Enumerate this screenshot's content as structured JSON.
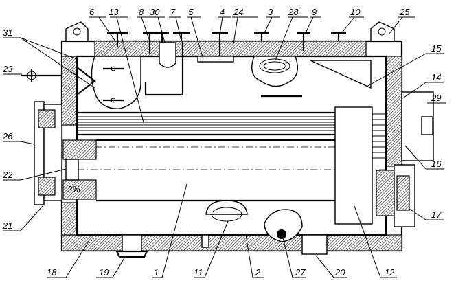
{
  "diagram": {
    "labels": {
      "top": [
        "6",
        "13",
        "8",
        "30",
        "7",
        "5",
        "4",
        "24",
        "3",
        "28",
        "9",
        "10",
        "25"
      ],
      "left": [
        "31",
        "23",
        "26",
        "22",
        "21"
      ],
      "right": [
        "15",
        "14",
        "29",
        "16",
        "17"
      ],
      "bottom": [
        "18",
        "19",
        "1",
        "11",
        "2",
        "27",
        "20",
        "12"
      ]
    },
    "marker_text": "2%",
    "colors": {
      "line": "#000000",
      "background": "#ffffff",
      "hatch_fill": "#ffffff"
    }
  }
}
